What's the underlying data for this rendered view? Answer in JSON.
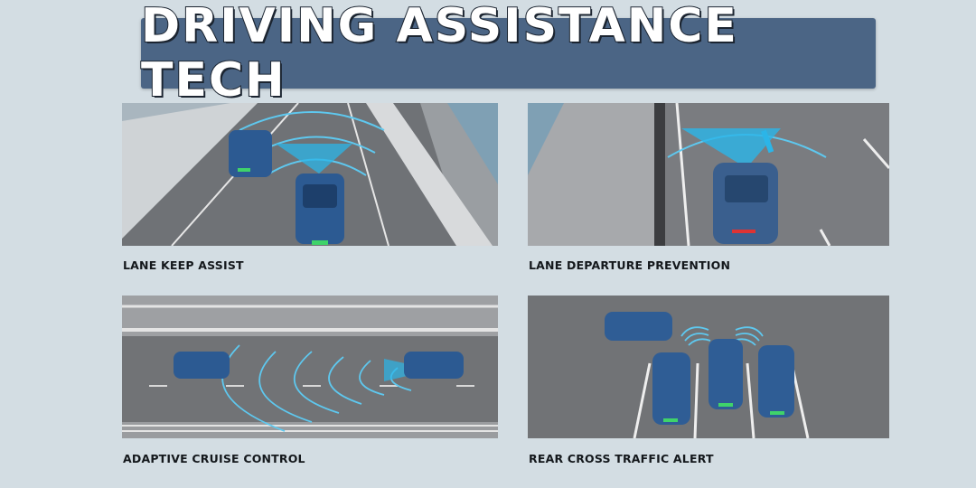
{
  "title": "DRIVING ASSISTANCE TECH",
  "colors": {
    "background": "#d3dde3",
    "banner": "#4b6585",
    "car_blue": "#2f5d95",
    "sensor_cyan": "#2bb5e8",
    "road": "#6e7074",
    "plate_green": "#3fd36a"
  },
  "features": [
    {
      "label": "LANE KEEP ASSIST",
      "icon": "lane-keep-assist-illustration"
    },
    {
      "label": "LANE DEPARTURE PREVENTION",
      "icon": "lane-departure-prevention-illustration"
    },
    {
      "label": "ADAPTIVE CRUISE CONTROL",
      "icon": "adaptive-cruise-control-illustration"
    },
    {
      "label": "REAR CROSS TRAFFIC ALERT",
      "icon": "rear-cross-traffic-alert-illustration"
    }
  ]
}
